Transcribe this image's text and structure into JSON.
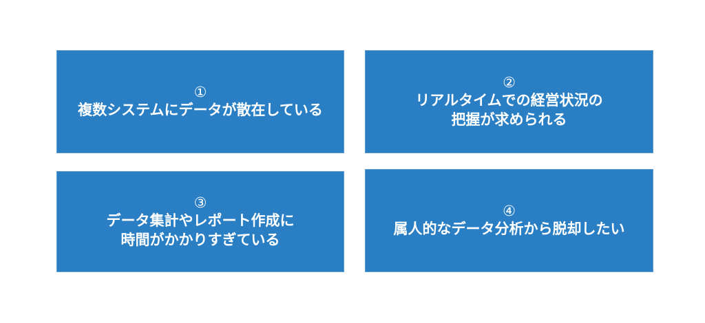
{
  "issues": [
    {
      "number": "①",
      "lines": [
        "複数システムにデータが散在している"
      ]
    },
    {
      "number": "②",
      "lines": [
        "リアルタイムでの経営状況の",
        "把握が求められる"
      ]
    },
    {
      "number": "③",
      "lines": [
        "データ集計やレポート作成に",
        "時間がかかりすぎている"
      ]
    },
    {
      "number": "④",
      "lines": [
        "属人的なデータ分析から脱却したい"
      ]
    }
  ],
  "colors": {
    "box": "#2a7fc4",
    "text": "#ffffff"
  }
}
